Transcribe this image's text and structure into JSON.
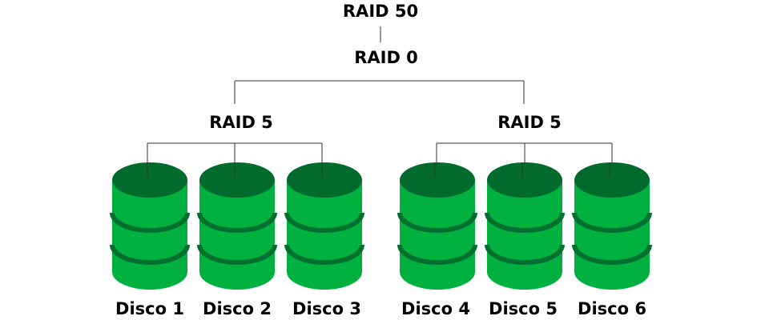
{
  "diagram": {
    "top_label": "RAID 50",
    "stripe_label": "RAID 0",
    "groups": [
      {
        "label": "RAID 5",
        "disks": [
          "Disco 1",
          "Disco 2",
          "Disco 3"
        ]
      },
      {
        "label": "RAID 5",
        "disks": [
          "Disco 4",
          "Disco 5",
          "Disco 6"
        ]
      }
    ]
  },
  "colors": {
    "disk_body": "#00b140",
    "disk_top": "#006b2d",
    "disk_band": "#00702f",
    "line": "#333333",
    "text": "#000000"
  },
  "icons": {
    "disk": "disk-cylinder-icon"
  }
}
